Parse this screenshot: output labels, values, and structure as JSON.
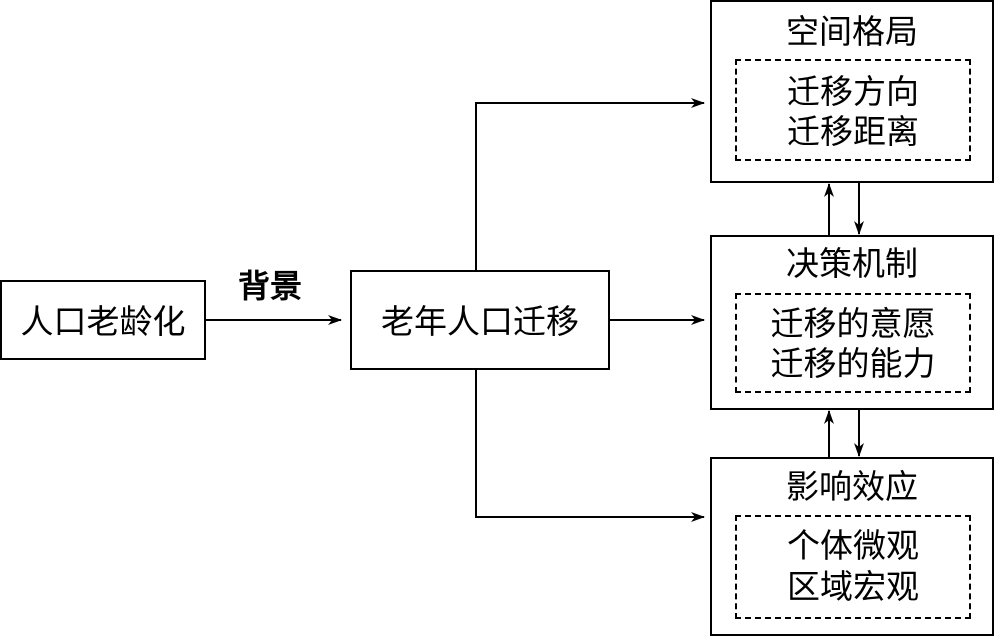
{
  "nodes": {
    "aging": {
      "label": "人口老龄化"
    },
    "migration": {
      "label": "老年人口迁移"
    },
    "spatial": {
      "title": "空间格局",
      "items": [
        "迁移方向",
        "迁移距离"
      ]
    },
    "decision": {
      "title": "决策机制",
      "items": [
        "迁移的意愿",
        "迁移的能力"
      ]
    },
    "effect": {
      "title": "影响效应",
      "items": [
        "个体微观",
        "区域宏观"
      ]
    }
  },
  "edges": {
    "background_label": "背景"
  }
}
